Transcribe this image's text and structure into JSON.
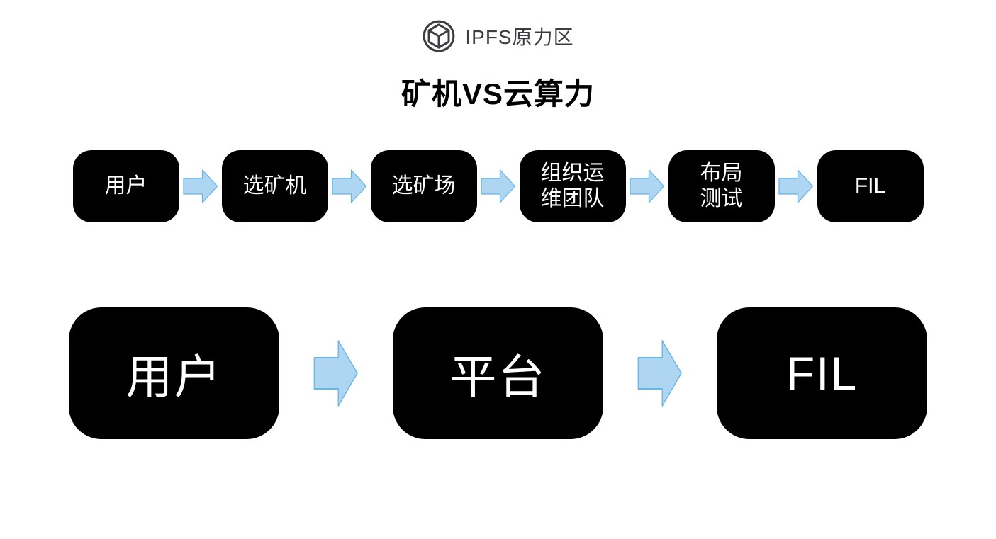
{
  "logo": {
    "icon": "cube-in-circle",
    "brand": "IPFS原力区"
  },
  "title": "矿机VS云算力",
  "top_flow": {
    "steps": [
      {
        "label": "用户"
      },
      {
        "label": "选矿机"
      },
      {
        "label": "选矿场"
      },
      {
        "label": "组织运\n维团队"
      },
      {
        "label": "布局\n测试"
      },
      {
        "label": "FIL"
      }
    ]
  },
  "bottom_flow": {
    "steps": [
      {
        "label": "用户"
      },
      {
        "label": "平台"
      },
      {
        "label": "FIL"
      }
    ]
  },
  "colors": {
    "box_bg": "#000000",
    "box_text": "#ffffff",
    "arrow_fill": "#aed6f2",
    "arrow_border": "#66b5e5",
    "logo_color": "#3c3c43",
    "title_color": "#000000"
  }
}
